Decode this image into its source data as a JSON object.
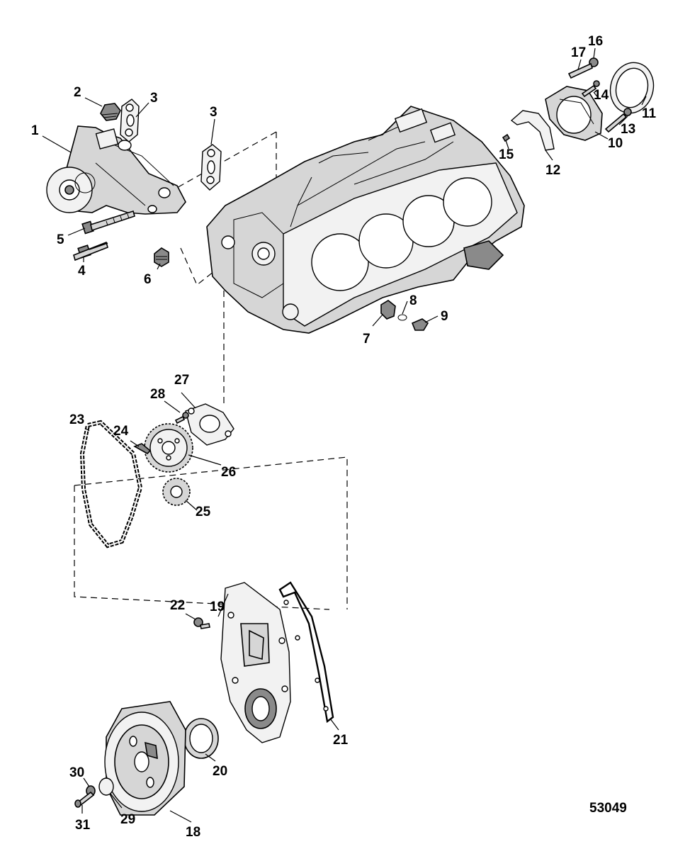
{
  "figure_id": "53049",
  "callouts": {
    "c1": "1",
    "c2": "2",
    "c3a": "3",
    "c3b": "3",
    "c4": "4",
    "c5": "5",
    "c6": "6",
    "c7": "7",
    "c8": "8",
    "c9": "9",
    "c10": "10",
    "c11": "11",
    "c12": "12",
    "c13": "13",
    "c14": "14",
    "c15": "15",
    "c16": "16",
    "c17": "17",
    "c18": "18",
    "c19": "19",
    "c20": "20",
    "c21": "21",
    "c22": "22",
    "c23": "23",
    "c24": "24",
    "c25": "25",
    "c26": "26",
    "c27": "27",
    "c28": "28",
    "c29": "29",
    "c30": "30",
    "c31": "31"
  }
}
